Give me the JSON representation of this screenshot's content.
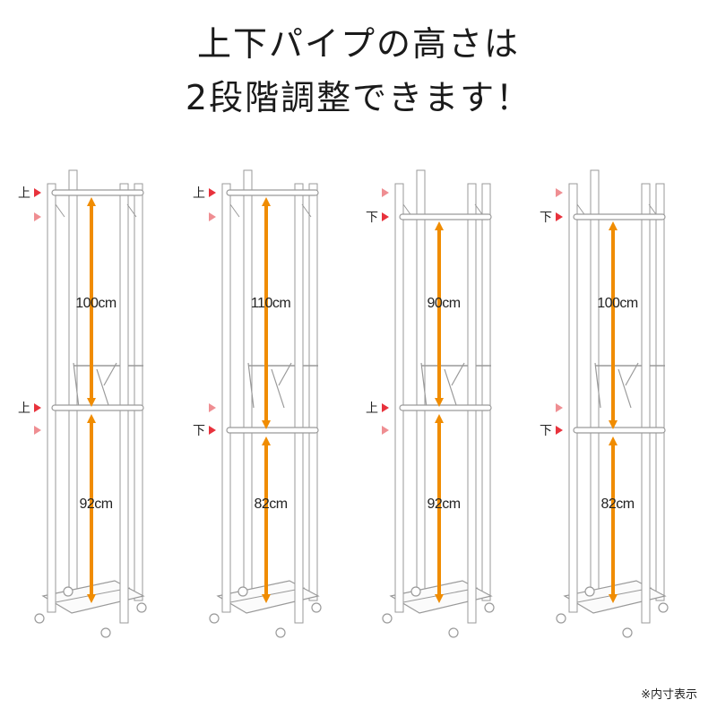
{
  "heading": {
    "line1": "上下パイプの高さは",
    "line2": "2段階調整できます！"
  },
  "footnote": "※内寸表示",
  "markers": {
    "top": "上",
    "bottom": "下"
  },
  "colors": {
    "arrow": "#f08c00",
    "marker": "#e8323c",
    "marker_light": "#ef8e92",
    "frame": "#ffffff",
    "frame_stroke": "#9a9a9a"
  },
  "racks": [
    {
      "upper_pipe": "上",
      "lower_pipe": "上",
      "upper_height": "100cm",
      "lower_height": "92cm"
    },
    {
      "upper_pipe": "上",
      "lower_pipe": "下",
      "upper_height": "110cm",
      "lower_height": "82cm"
    },
    {
      "upper_pipe": "下",
      "lower_pipe": "上",
      "upper_height": "90cm",
      "lower_height": "92cm"
    },
    {
      "upper_pipe": "下",
      "lower_pipe": "下",
      "upper_height": "100cm",
      "lower_height": "82cm"
    }
  ]
}
